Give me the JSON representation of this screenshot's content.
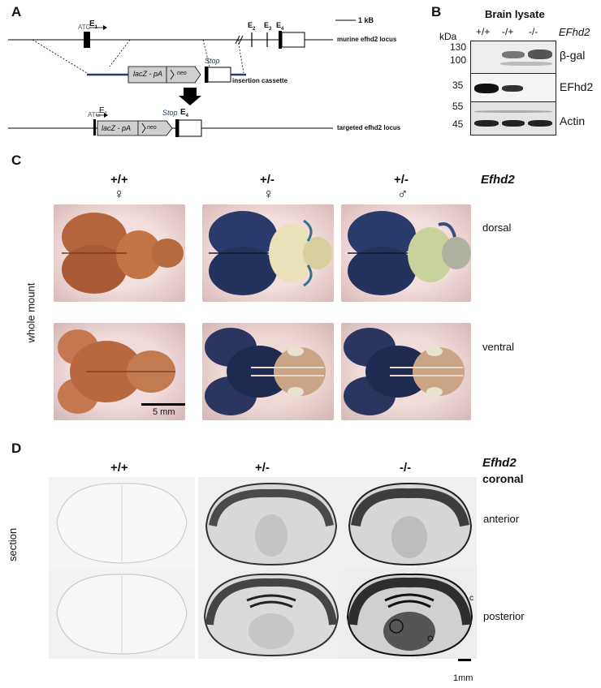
{
  "panelA": {
    "letter": "A",
    "scale_label": "1 kB",
    "atg_top": "ATG",
    "e1": "E",
    "e1_sub": "1",
    "e2": "E",
    "e2_sub": "2",
    "e3": "E",
    "e3_sub": "3",
    "e4": "E",
    "e4_sub": "4",
    "break_mark": "//",
    "murine_locus": "murine efhd2 locus",
    "lacz_pa": "lacZ - pA",
    "neo": "neo",
    "stop": "Stop",
    "insertion_cassette": "insertion cassette",
    "atg_bottom": "ATG",
    "e1_bottom": "E",
    "e1_bottom_sub": "1",
    "stop_bottom": "Stop",
    "e4_bottom": "E",
    "e4_bottom_sub": "4",
    "lacz_pa_bottom": "lacZ - pA",
    "neo_bottom": "neo",
    "targeted_locus": "targeted  efhd2 locus"
  },
  "panelB": {
    "letter": "B",
    "title": "Brain lysate",
    "kda": "kDa",
    "genotypes": [
      "+/+",
      "-/+",
      "-/-"
    ],
    "gene": "EFhd2",
    "markers": [
      "130",
      "100",
      "35",
      "55",
      "45"
    ],
    "blot_labels": [
      "β-gal",
      "EFhd2",
      "Actin"
    ]
  },
  "panelC": {
    "letter": "C",
    "genotypes": [
      "+/+",
      "+/-",
      "+/-"
    ],
    "sexes": [
      "♀",
      "♀",
      "♂"
    ],
    "gene": "Efhd2",
    "row_labels": [
      "dorsal",
      "ventral"
    ],
    "side_label": "whole mount",
    "scale_label": "5 mm"
  },
  "panelD": {
    "letter": "D",
    "genotypes": [
      "+/+",
      "+/-",
      "-/-"
    ],
    "gene": "Efhd2",
    "plane": "coronal",
    "row_labels": [
      "anterior",
      "posterior"
    ],
    "side_label": "section",
    "scale_label": "1mm",
    "mark_c": "c"
  },
  "colors": {
    "brown_brain": "#b5653d",
    "blue_brain": "#2a3a6a",
    "pink_bg": "#e9c9c9",
    "cassette_line": "#1f3f6e"
  }
}
